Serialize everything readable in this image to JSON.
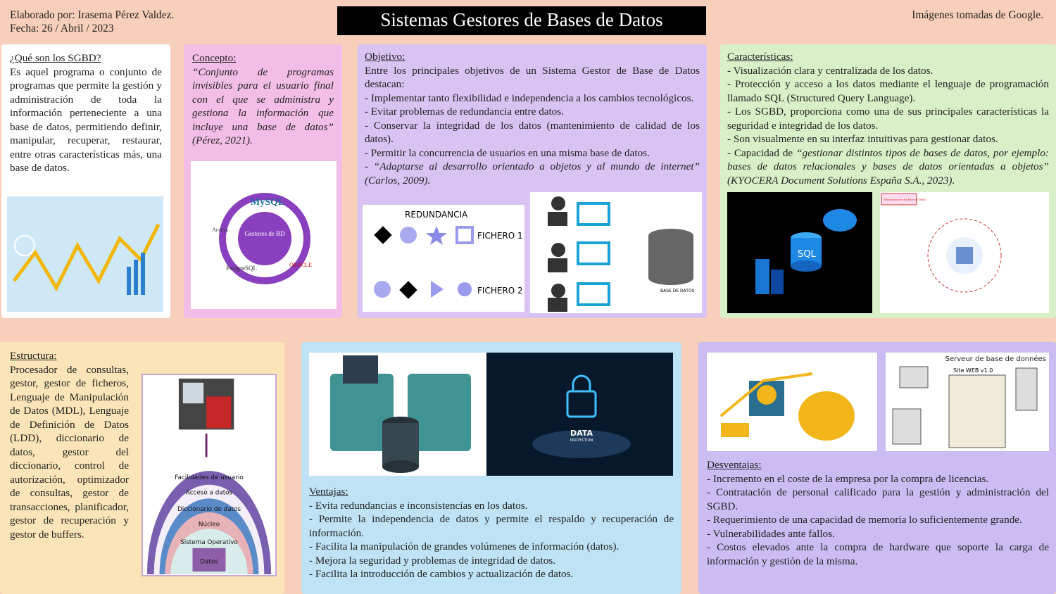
{
  "header": {
    "author": "Elaborado por: Irasema Pérez Valdez.",
    "date": "Fecha: 26 / Abril / 2023",
    "title": "Sistemas Gestores de Bases de Datos",
    "credits": "Imágenes tomadas de Google."
  },
  "que_son": {
    "heading": "¿Qué son los SGBD?",
    "text": "Es aquel programa o conjunto de programas que permite la gestión y administración de toda la información perteneciente a una base de datos, permitiendo definir, manipular, recuperar, restaurar, entre otras características más, una base de datos."
  },
  "concepto": {
    "heading": "Concepto:",
    "quote": "“Conjunto de programas invisibles para el usuario final con el que se administra y gestiona la información que incluye una base de datos” (Pérez, 2021).",
    "image_labels": [
      "MySQL",
      "Gestores de BD",
      "Access",
      "PostgreSQL",
      "ORACLE"
    ]
  },
  "objetivo": {
    "heading": "Objetivo:",
    "intro": "Entre los principales objetivos de un Sistema Gestor de Base de Datos destacan:",
    "items": [
      "- Implementar tanto flexibilidad e independencia a los cambios tecnológicos.",
      "- Evitar problemas de redundancia entre datos.",
      "- Conservar la integridad de los datos (mantenimiento de calidad de los datos).",
      "- Permitir la concurrencia de usuarios en una misma base de datos."
    ],
    "quote_prefix": "- ",
    "quote": "“Adaptarse al desarrollo orientado a objetos y al mundo de internet” (Carlos, 2009).",
    "image_labels": {
      "redundancia": "REDUNDANCIA",
      "fichero1": "FICHERO 1",
      "fichero2": "FICHERO 2",
      "base": "BASE DE DATOS"
    }
  },
  "caracteristicas": {
    "heading": "Características:",
    "items": [
      "- Visualización clara y centralizada de los datos.",
      "- Protección y acceso a los datos mediante el lenguaje de programación llamado SQL (Structured Query Language).",
      "- Los SGBD, proporciona como una de sus principales características la seguridad e integridad de los datos.",
      "- Son visualmente en su interfaz intuitivas para gestionar datos."
    ],
    "last_prefix": " - Capacidad de ",
    "last_quote": "“gestionar distintos tipos de bases de datos, por ejemplo: bases de datos relacionales y bases de datos orientadas a objetos” (KYOCERA Document Solutions España S.A., 2023).",
    "image_labels": {
      "sql": "SQL",
      "admin": "Administración de Base de Datos"
    }
  },
  "estructura": {
    "heading": "Estructura:",
    "text": "Procesador de consultas, gestor, gestor de ficheros, Lenguaje de Manipulación de Datos (MDL), Lenguaje de Definición de Datos (LDD), diccionario de datos, gestor del diccionario, control de autorización, optimizador de consultas, gestor de transacciones, planificador, gestor de recuperación y gestor de buffers.",
    "layers": [
      "Facilidades de usuario",
      "Acceso a datos",
      "Diccionario de datos",
      "Núcleo",
      "Sistema Operativo",
      "Datos"
    ]
  },
  "ventajas": {
    "heading": "Ventajas:",
    "items": [
      "- Evita redundancias e inconsistencias en los datos.",
      "- Permite la independencia de datos y permite el respaldo y recuperación de información.",
      "- Facilita la manipulación de grandes volúmenes de información (datos).",
      "- Mejora la seguridad y problemas de integridad de datos.",
      "- Facilita la introducción de cambios y actualización de datos."
    ],
    "image_labels": {
      "data": "DATA",
      "protection": "PROTECTION"
    }
  },
  "desventajas": {
    "heading": "Desventajas:",
    "items": [
      "- Incremento en el coste de la empresa por la compra de licencias.",
      "- Contratación de personal calificado para la gestión y administración del SGBD.",
      "- Requerimiento de una capacidad de memoria lo suficientemente grande.",
      "- Vulnerabilidades ante fallos.",
      "- Costos elevados ante la compra de hardware que soporte la carga de información y gestión de la misma."
    ],
    "image_labels": {
      "site": "Site WEB v1.0",
      "server": "Serveur de base de données"
    }
  },
  "colors": {
    "background": "#f8cfba",
    "white_panel": "#ffffff",
    "pink_panel": "#f2bde6",
    "purple_panel": "#d8c3f3",
    "green_panel": "#d9efc8",
    "yellow_panel": "#fbe5b8",
    "blue_panel": "#bfe3f5",
    "violet_panel": "#cbbdf3"
  }
}
